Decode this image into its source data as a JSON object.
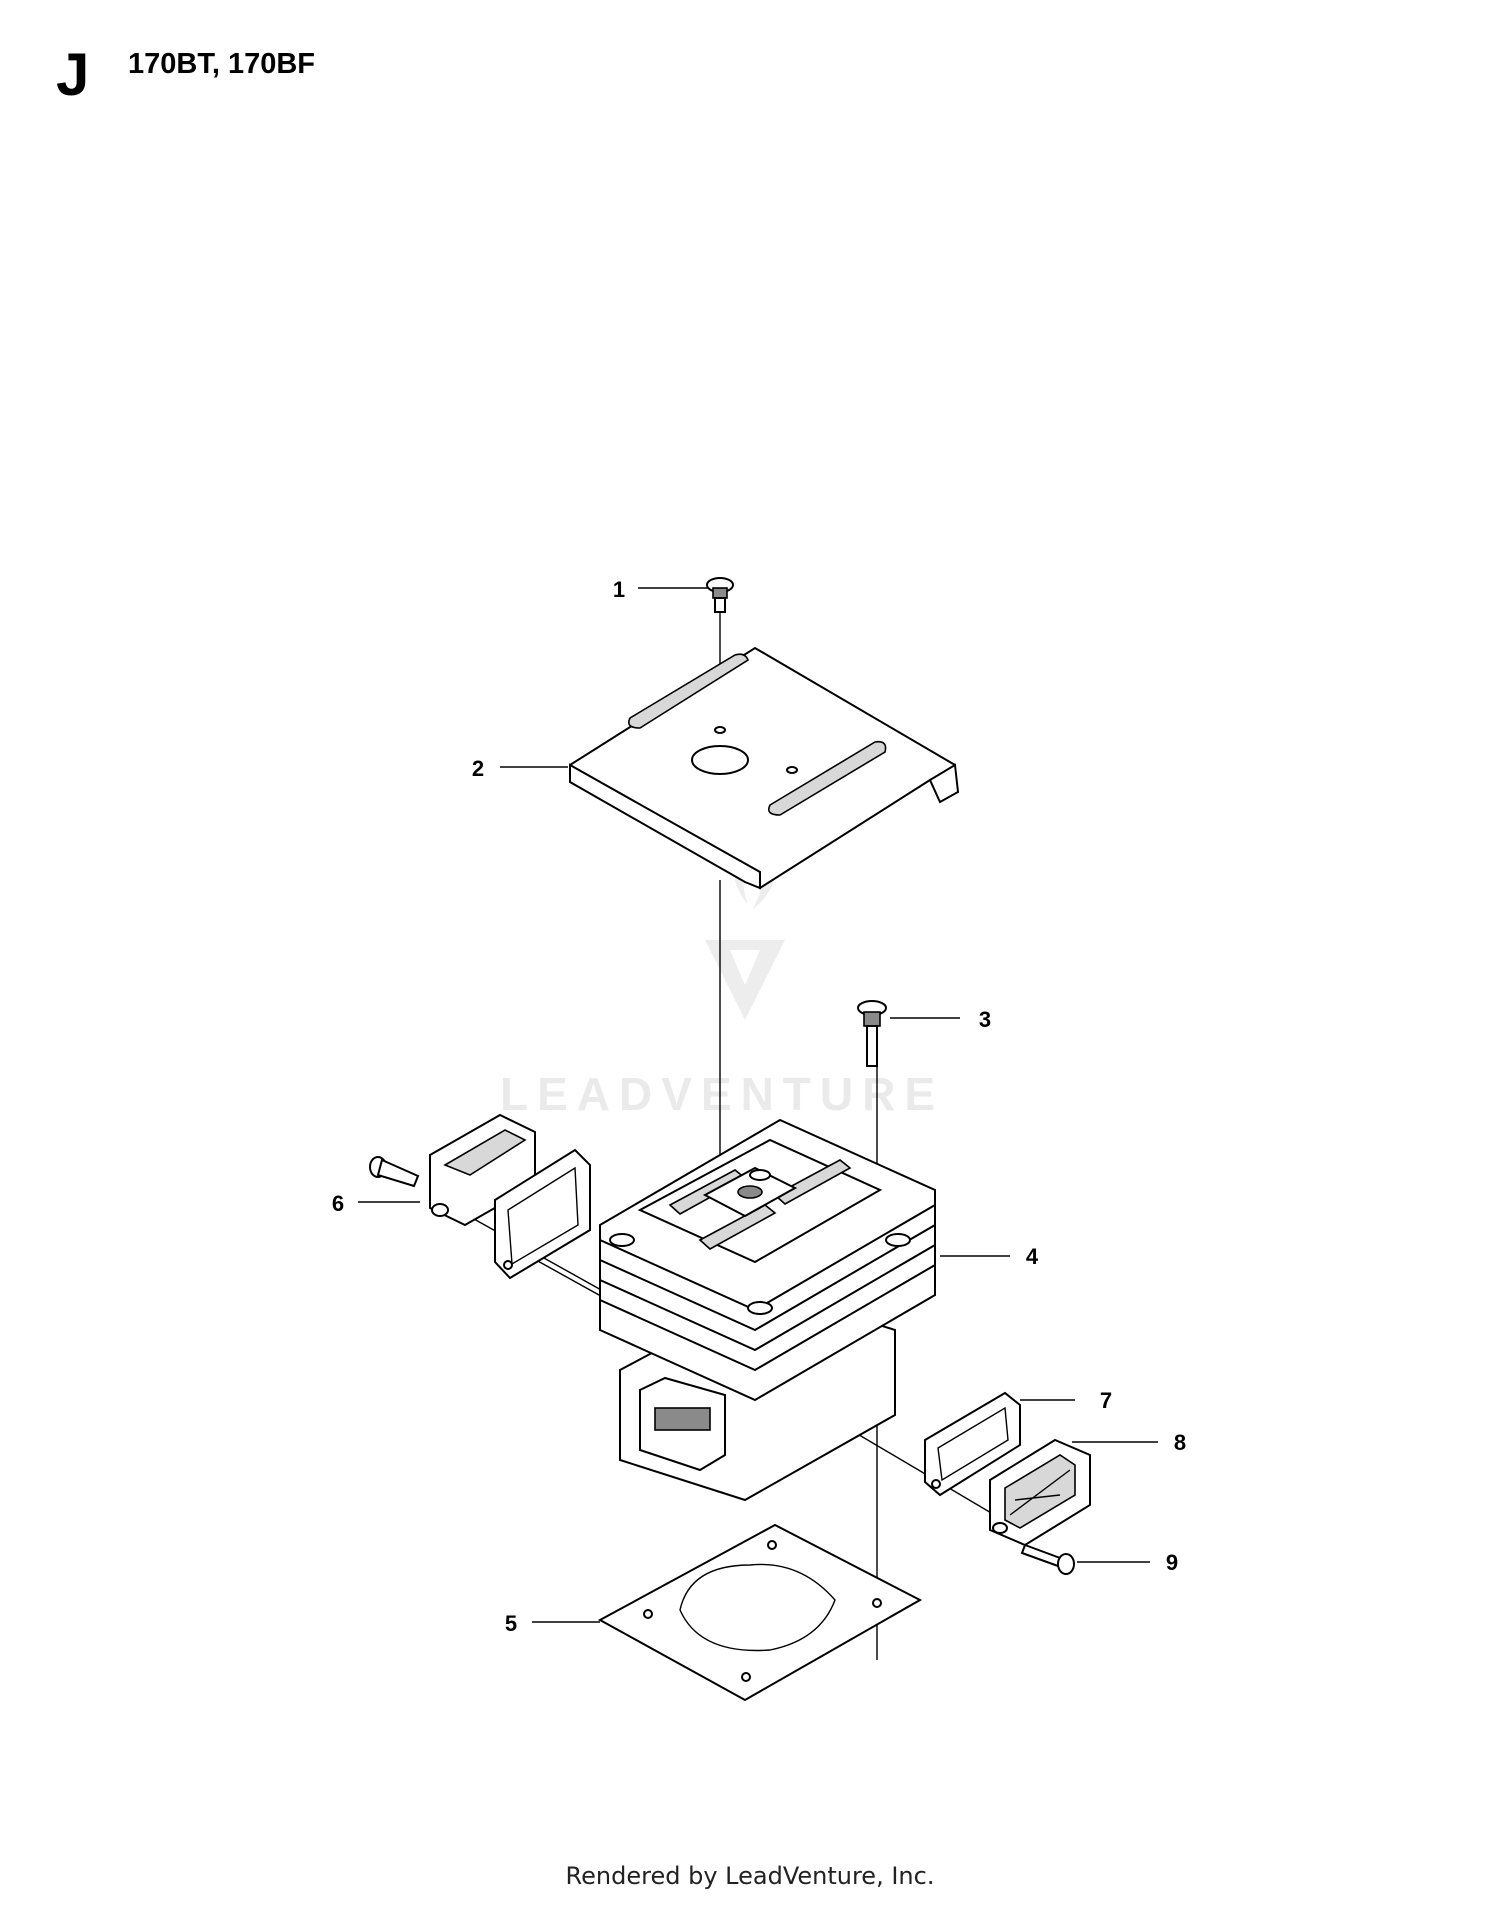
{
  "header": {
    "section_letter": "J",
    "models": "170BT, 170BF"
  },
  "watermark": {
    "text": "LEADVENTURE"
  },
  "callouts": [
    {
      "number": "1",
      "part": "screw"
    },
    {
      "number": "2",
      "part": "cover-plate"
    },
    {
      "number": "3",
      "part": "bolt"
    },
    {
      "number": "4",
      "part": "cylinder"
    },
    {
      "number": "5",
      "part": "cylinder-base-gasket"
    },
    {
      "number": "6",
      "part": "screw-left"
    },
    {
      "number": "7",
      "part": "gasket-right"
    },
    {
      "number": "8",
      "part": "flange-right"
    },
    {
      "number": "9",
      "part": "screw-right"
    }
  ],
  "footer": {
    "text": "Rendered by LeadVenture, Inc."
  }
}
